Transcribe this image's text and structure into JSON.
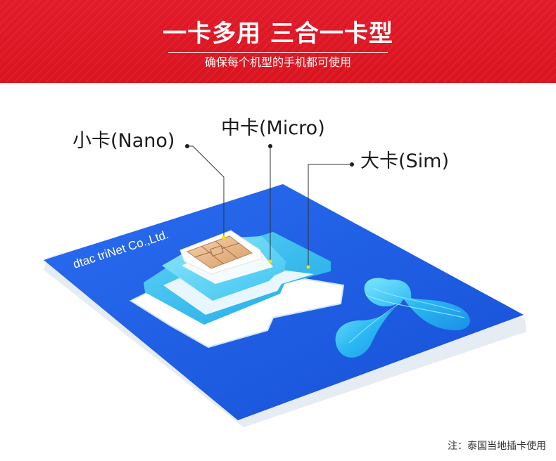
{
  "banner": {
    "title": "一卡多用 三合一卡型",
    "subtitle": "确保每个机型的手机都可使用"
  },
  "card": {
    "brand_text": "dtac triNet Co.,Ltd."
  },
  "labels": {
    "nano": "小卡(Nano)",
    "micro": "中卡(Micro)",
    "sim": "大卡(Sim)"
  },
  "footnote": "注：泰国当地插卡使用",
  "colors": {
    "banner_red": "#e21a2a",
    "card_blue": "#1b5ee0",
    "sim_cyan": "#35c2f0",
    "chip_gold": "#e8b98a",
    "marker_yellow": "#f5e200"
  },
  "icons": {
    "logo": "dtac-swirl-logo-icon",
    "chip": "sim-chip-icon"
  }
}
